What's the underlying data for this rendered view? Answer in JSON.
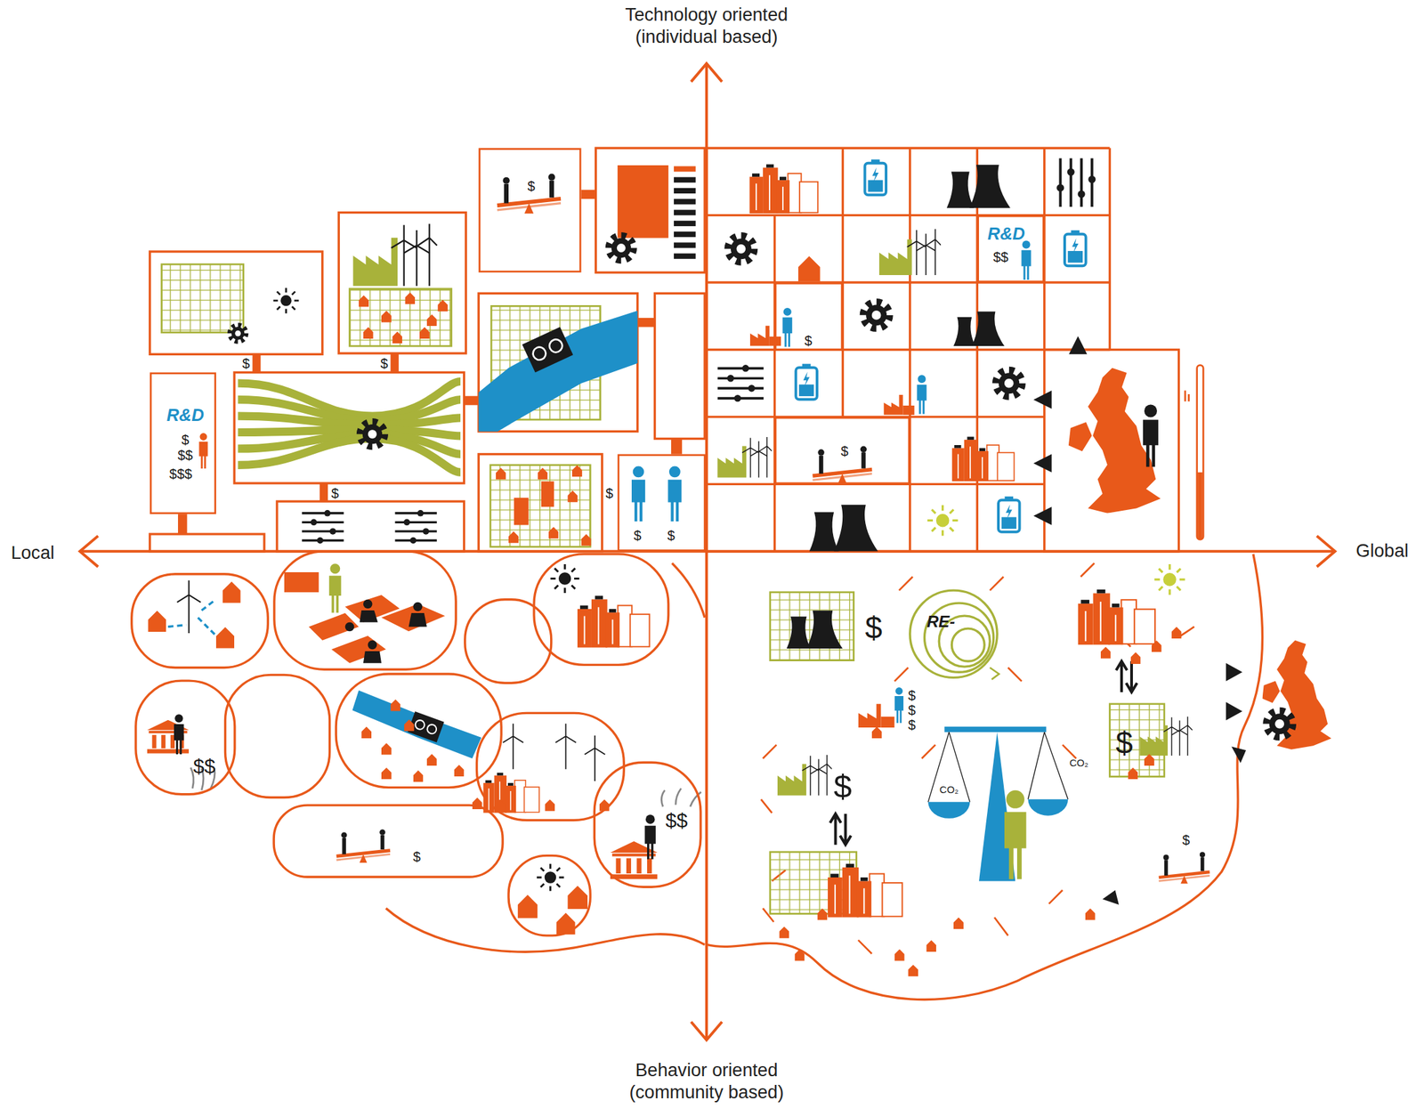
{
  "diagram": {
    "nodes": [
      {
        "text": [
          "R&D",
          "$",
          "$$",
          "$$$"
        ]
      },
      {
        "text": [
          "$"
        ]
      },
      {
        "text": [
          "$",
          "$"
        ]
      },
      {
        "text": [
          "R&D",
          "$$"
        ]
      },
      {
        "text": [
          "$"
        ]
      },
      {
        "text": [
          "$"
        ]
      },
      {
        "text": [
          "$$"
        ]
      },
      {
        "text": [
          "$"
        ]
      },
      {
        "text": [
          "$$"
        ]
      }
    ],
    "labels": [
      "Technology oriented (individual based)",
      "Behavior oriented (community based)",
      "Local",
      "Global",
      "$",
      "$",
      "$",
      "$",
      "$",
      "$",
      "$",
      "$",
      "$",
      "$",
      "$",
      "RE-",
      "CO₂",
      "CO₂"
    ]
  }
}
